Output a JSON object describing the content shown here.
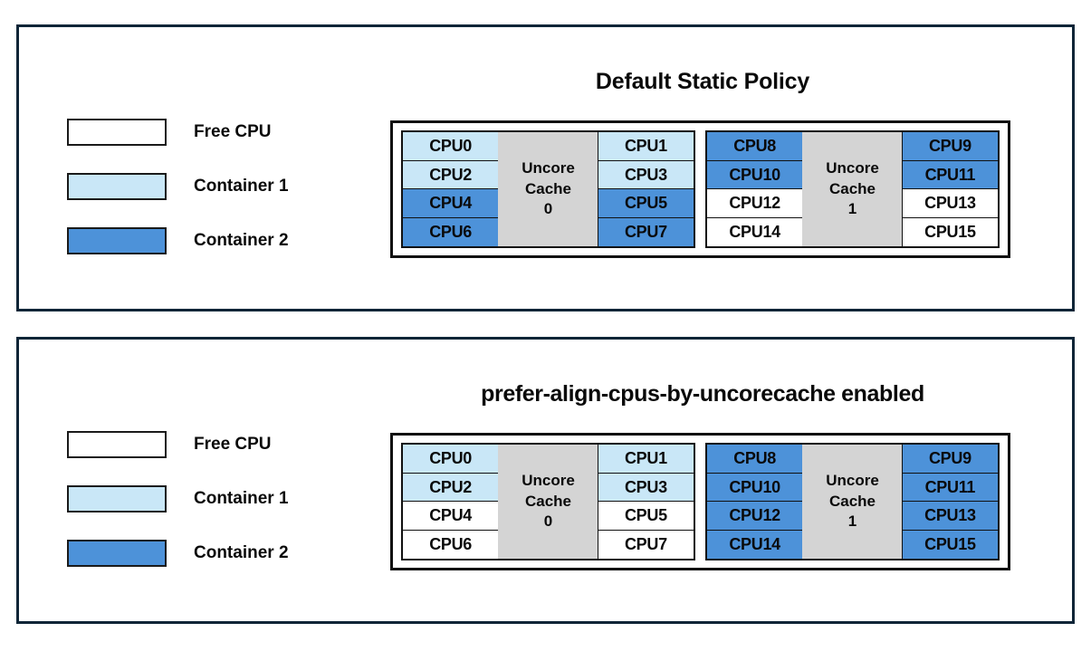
{
  "colors": {
    "free_cpu": "#ffffff",
    "container_1": "#c9e7f7",
    "container_2": "#4d92d9",
    "cache": "#d4d4d4",
    "panel_border": "#0d2537",
    "cell_border": "#111111",
    "text": "#0a0a0a"
  },
  "legend": {
    "items": [
      {
        "label": "Free CPU",
        "fill": "#ffffff"
      },
      {
        "label": "Container 1",
        "fill": "#c9e7f7"
      },
      {
        "label": "Container 2",
        "fill": "#4d92d9"
      }
    ]
  },
  "panels": [
    {
      "title": "Default Static Policy",
      "cache_groups": [
        {
          "cache_label_line1": "Uncore",
          "cache_label_line2": "Cache",
          "cache_label_line3": "0",
          "left_column": [
            {
              "label": "CPU0",
              "state": "container_1",
              "fill": "#c9e7f7"
            },
            {
              "label": "CPU2",
              "state": "container_1",
              "fill": "#c9e7f7"
            },
            {
              "label": "CPU4",
              "state": "container_2",
              "fill": "#4d92d9"
            },
            {
              "label": "CPU6",
              "state": "container_2",
              "fill": "#4d92d9"
            }
          ],
          "right_column": [
            {
              "label": "CPU1",
              "state": "container_1",
              "fill": "#c9e7f7"
            },
            {
              "label": "CPU3",
              "state": "container_1",
              "fill": "#c9e7f7"
            },
            {
              "label": "CPU5",
              "state": "container_2",
              "fill": "#4d92d9"
            },
            {
              "label": "CPU7",
              "state": "container_2",
              "fill": "#4d92d9"
            }
          ]
        },
        {
          "cache_label_line1": "Uncore",
          "cache_label_line2": "Cache",
          "cache_label_line3": "1",
          "left_column": [
            {
              "label": "CPU8",
              "state": "container_2",
              "fill": "#4d92d9"
            },
            {
              "label": "CPU10",
              "state": "container_2",
              "fill": "#4d92d9"
            },
            {
              "label": "CPU12",
              "state": "free",
              "fill": "#ffffff"
            },
            {
              "label": "CPU14",
              "state": "free",
              "fill": "#ffffff"
            }
          ],
          "right_column": [
            {
              "label": "CPU9",
              "state": "container_2",
              "fill": "#4d92d9"
            },
            {
              "label": "CPU11",
              "state": "container_2",
              "fill": "#4d92d9"
            },
            {
              "label": "CPU13",
              "state": "free",
              "fill": "#ffffff"
            },
            {
              "label": "CPU15",
              "state": "free",
              "fill": "#ffffff"
            }
          ]
        }
      ]
    },
    {
      "title": "prefer-align-cpus-by-uncorecache enabled",
      "cache_groups": [
        {
          "cache_label_line1": "Uncore",
          "cache_label_line2": "Cache",
          "cache_label_line3": "0",
          "left_column": [
            {
              "label": "CPU0",
              "state": "container_1",
              "fill": "#c9e7f7"
            },
            {
              "label": "CPU2",
              "state": "container_1",
              "fill": "#c9e7f7"
            },
            {
              "label": "CPU4",
              "state": "free",
              "fill": "#ffffff"
            },
            {
              "label": "CPU6",
              "state": "free",
              "fill": "#ffffff"
            }
          ],
          "right_column": [
            {
              "label": "CPU1",
              "state": "container_1",
              "fill": "#c9e7f7"
            },
            {
              "label": "CPU3",
              "state": "container_1",
              "fill": "#c9e7f7"
            },
            {
              "label": "CPU5",
              "state": "free",
              "fill": "#ffffff"
            },
            {
              "label": "CPU7",
              "state": "free",
              "fill": "#ffffff"
            }
          ]
        },
        {
          "cache_label_line1": "Uncore",
          "cache_label_line2": "Cache",
          "cache_label_line3": "1",
          "left_column": [
            {
              "label": "CPU8",
              "state": "container_2",
              "fill": "#4d92d9"
            },
            {
              "label": "CPU10",
              "state": "container_2",
              "fill": "#4d92d9"
            },
            {
              "label": "CPU12",
              "state": "container_2",
              "fill": "#4d92d9"
            },
            {
              "label": "CPU14",
              "state": "container_2",
              "fill": "#4d92d9"
            }
          ],
          "right_column": [
            {
              "label": "CPU9",
              "state": "container_2",
              "fill": "#4d92d9"
            },
            {
              "label": "CPU11",
              "state": "container_2",
              "fill": "#4d92d9"
            },
            {
              "label": "CPU13",
              "state": "container_2",
              "fill": "#4d92d9"
            },
            {
              "label": "CPU15",
              "state": "container_2",
              "fill": "#4d92d9"
            }
          ]
        }
      ]
    }
  ]
}
